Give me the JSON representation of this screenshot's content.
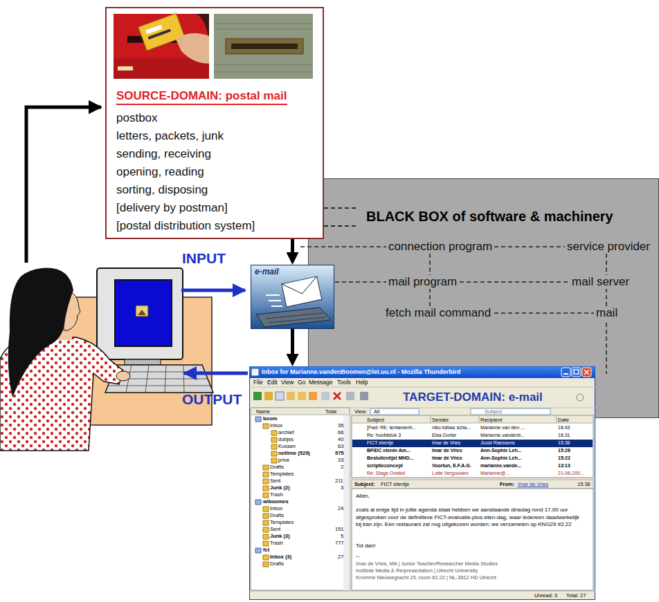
{
  "diagram": {
    "nodes": [
      {
        "text": [
          "SOURCE-DOMAIN: postal mail",
          "postbox",
          "letters, packets, junk",
          "sending, receiving",
          "opening, reading",
          "sorting, disposing",
          "[delivery by postman]",
          "[postal distribution system]"
        ]
      },
      {
        "text": [
          "BLACK BOX of software & machinery",
          "connection program",
          "service provider",
          "mail program",
          "mail server",
          "fetch mail command",
          "mail"
        ]
      },
      {
        "text": [
          "e-mail"
        ]
      },
      {
        "text": [
          "TARGET-DOMAIN: e-mail"
        ]
      }
    ],
    "edges": [
      {
        "from": 0,
        "to": 2,
        "arrow": "to"
      },
      {
        "from": 2,
        "to": 3,
        "arrow": "to"
      },
      {
        "from": 0,
        "to": 1,
        "arrow": "none"
      },
      {
        "from": 0,
        "to": 1,
        "arrow": "none"
      }
    ],
    "labels": [
      "INPUT",
      "OUTPUT",
      "Inbox for Marianne.vandenBoomen@let.uu.nl - Mozilla Thunderbird",
      "File",
      "Edit",
      "View",
      "Go",
      "Message",
      "Tools",
      "Help",
      "View:",
      "All",
      "Subject",
      "Name",
      "Total",
      "boom",
      "Inbox",
      "35",
      "archief",
      "66",
      "dubjes",
      "40",
      "Kussen",
      "63",
      "netlime (529)",
      "575",
      "prive",
      "33",
      "Drafts",
      "2",
      "Templates",
      "Sent",
      "211",
      "Junk (2)",
      "3",
      "Trash",
      "wiboomes",
      "Inbox",
      "24",
      "Drafts",
      "Templates",
      "Sent",
      "151",
      "Junk (3)",
      "5",
      "Trash",
      "777",
      "fct",
      "Inbox (3)",
      "27",
      "Drafts",
      "Subject",
      "Sender",
      "Recipient",
      "Date",
      "[Fwd: RE: tentamenh...",
      "niko tobias scha...",
      "Marianne van den ...",
      "16:43",
      "Re: hoofdstuk 3",
      "Elsa Gorter",
      "Marianne.vanderdi...",
      "16:31",
      "FICT etentje",
      "Imar de Vries",
      "Joost Raessens",
      "15:36",
      "BFIDC etenin Am...",
      "Imar de Vries",
      "Ann-Sophie Leh...",
      "15:26",
      "Besluitenlijst MHD...",
      "Imar de Vries",
      "Ann-Sophie Leh...",
      "15:22",
      "scriptieconcept",
      "Voortun, E.F.A.G.",
      "marianne.vande...",
      "13:13",
      "Re: Stage Onekid",
      "Lotte Vergouwen",
      "Marianne@...",
      "21-06-200...",
      "Subject:",
      "FICT etentje",
      "From:",
      "Imar de Vries",
      "15:36",
      "Allen,",
      "zoals al enige tijd in jullie agenda staat hebben we aanstaande dinsdag rond 17.00 uur afgesproken voor de definitieve FICT-evaluatie-plus-eten-dag, waar iedereen daadwerkelijk bij kan zijn. Een restaurant zal nog uitgekozen worden; we verzamelen op KNG29 #2.22",
      "Tot dan!",
      "--",
      "Imar de Vries, MA | Junior Teacher/Researcher Media Studies",
      "Institute Media & Re/presentation | Utrecht University",
      "Kromme Nieuwegracht 29, room #2.22 | NL-3512 HD Utrecht",
      "Unread: 3",
      "Total: 27"
    ]
  }
}
